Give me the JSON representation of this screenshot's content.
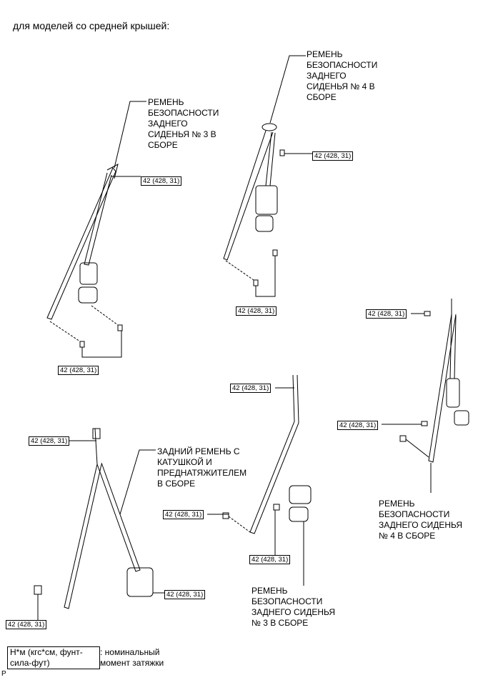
{
  "heading": "для моделей со средней крышей:",
  "torque": "42 (428, 31)",
  "labels": {
    "belt3_top": "РЕМЕНЬ\nБЕЗОПАСНОСТИ\nЗАДНЕГО\nСИДЕНЬЯ № 3 В\nСБОРЕ",
    "belt4_top": "РЕМЕНЬ\nБЕЗОПАСНОСТИ\nЗАДНЕГО\nСИДЕНЬЯ № 4 В\nСБОРЕ",
    "rear_retractor": "ЗАДНИЙ РЕМЕНЬ С\nКАТУШКОЙ И\nПРЕДНАТЯЖИТЕЛЕМ\nВ СБОРЕ",
    "belt4_right": "РЕМЕНЬ\nБЕЗОПАСНОСТИ\nЗАДНЕГО СИДЕНЬЯ\n№ 4 В СБОРЕ",
    "belt3_bottom": "РЕМЕНЬ\nБЕЗОПАСНОСТИ\nЗАДНЕГО СИДЕНЬЯ\n№ 3 В СБОРЕ"
  },
  "legend": {
    "unit": "Н*м (кгс*см, фунт-\nсила-фут)",
    "description": ": номинальный\nмомент затяжки"
  },
  "corner_mark": "P"
}
